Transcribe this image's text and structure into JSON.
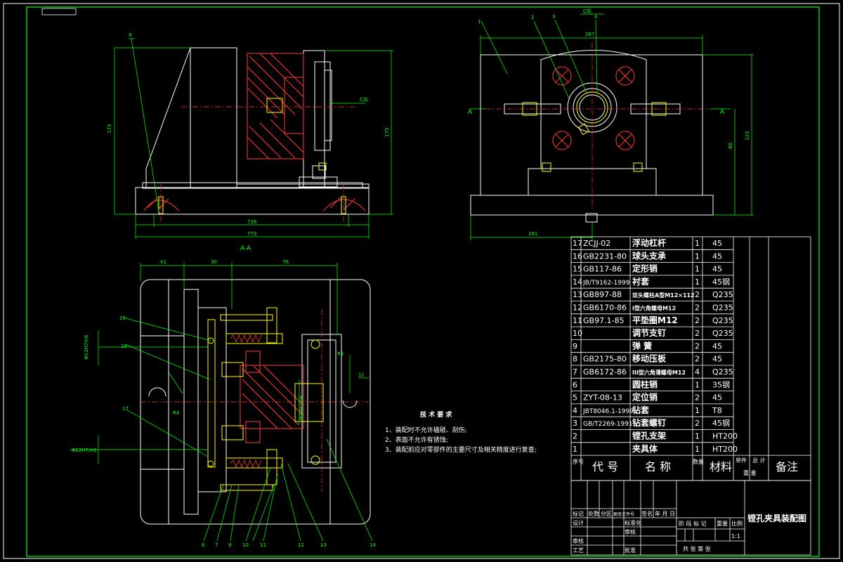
{
  "notes": {
    "heading": "技 术 要 求",
    "lines": [
      "1、装配时不允许磕碰、刮伤;",
      "2、表面不允许有锈蚀;",
      "3、装配前应对零部件的主要尺寸及相关精度进行复查;"
    ]
  },
  "section_label": "A-A",
  "dims": {
    "base_len": "773",
    "base_inner": "738",
    "height_left": "173",
    "height_right": "173",
    "top_width": "267",
    "height_side": "123",
    "height_side2": "80",
    "bottom_left": "181",
    "d41": "41",
    "d30": "30",
    "d76": "76",
    "phi_top": "Φ12H7/n6",
    "phi_bottom": "Φ12H7/n6",
    "phi_center": "Φ24H7/n6",
    "view_a_left": "A",
    "view_a_right": "A",
    "label_c": "C向",
    "label_c_top": "C向",
    "r4": "R4",
    "r4b": "R4",
    "d11": "11"
  },
  "callouts": [
    "8",
    "2",
    "3",
    "4",
    "1",
    "15",
    "16",
    "17",
    "6",
    "7",
    "9",
    "10",
    "11",
    "12",
    "13",
    "14"
  ],
  "bom": {
    "rows": [
      {
        "no": "17",
        "code": "ZCJJ-02",
        "name": "浮动杠杆",
        "qty": "1",
        "mat": "45"
      },
      {
        "no": "16",
        "code": "GB2231-80",
        "name": "球头支承",
        "qty": "1",
        "mat": "45"
      },
      {
        "no": "15",
        "code": "GB117-86",
        "name": "定形销",
        "qty": "1",
        "mat": "45"
      },
      {
        "no": "14",
        "code": "JB/T9162-1999",
        "name": "衬套",
        "qty": "1",
        "mat": "45钢"
      },
      {
        "no": "13",
        "code": "GB897-88",
        "name": "双头螺柱A型M12×112",
        "qty": "2",
        "mat": "Q235"
      },
      {
        "no": "12",
        "code": "GB6170-86",
        "name": "I型六角螺母M12",
        "qty": "2",
        "mat": "Q235"
      },
      {
        "no": "11",
        "code": "GB97.1-85",
        "name": "平垫圈M12",
        "qty": "2",
        "mat": "Q235"
      },
      {
        "no": "10",
        "code": "",
        "name": "调节支钉",
        "qty": "2",
        "mat": "Q235"
      },
      {
        "no": "9",
        "code": "",
        "name": "弹 簧",
        "qty": "2",
        "mat": "45"
      },
      {
        "no": "8",
        "code": "GB2175-80",
        "name": "移动压板",
        "qty": "2",
        "mat": "45"
      },
      {
        "no": "7",
        "code": "GB6172-86",
        "name": "III型六角薄螺母M12",
        "qty": "4",
        "mat": "Q235"
      },
      {
        "no": "6",
        "code": "",
        "name": "圆柱销",
        "qty": "1",
        "mat": "35钢"
      },
      {
        "no": "5",
        "code": "ZYT-08-13",
        "name": "定位销",
        "qty": "2",
        "mat": "45"
      },
      {
        "no": "4",
        "code": "JBT8046.1-1999",
        "name": "钻套",
        "qty": "1",
        "mat": "T8"
      },
      {
        "no": "3",
        "code": "GB/T2269-1991",
        "name": "钻套螺钉",
        "qty": "2",
        "mat": "45钢"
      },
      {
        "no": "2",
        "code": "",
        "name": "镗孔支架",
        "qty": "1",
        "mat": "HT200"
      },
      {
        "no": "1",
        "code": "",
        "name": "夹具体",
        "qty": "1",
        "mat": "HT200"
      }
    ],
    "header": {
      "no": "序号",
      "code": "代 号",
      "name": "名 称",
      "qty": "数量",
      "mat": "材料",
      "w1": "单件",
      "w2": "总 计",
      "w3": "重 量",
      "remark": "备注"
    }
  },
  "titleblock": {
    "title": "镗孔夹具装配图",
    "r1": [
      "标记",
      "处数",
      "分区",
      "更改文件号",
      "签名",
      "年 月 日"
    ],
    "r2": [
      "设计",
      "",
      "标准化"
    ],
    "r3": [
      "审核",
      "",
      "审核"
    ],
    "r4": [
      "工艺",
      "",
      "批准"
    ],
    "stage": [
      "阶 段 标 记",
      "重量",
      "比例"
    ],
    "scale": "1:1",
    "sheets": "共   张   第   张"
  }
}
